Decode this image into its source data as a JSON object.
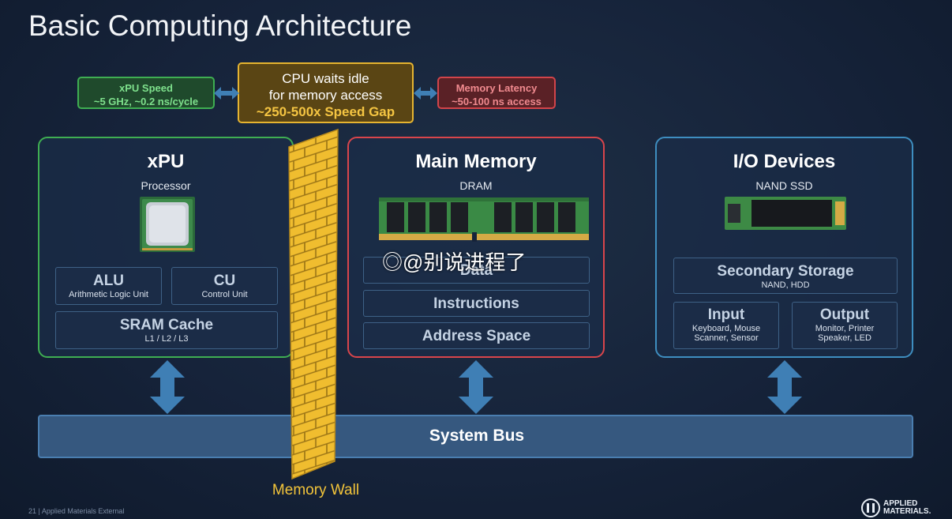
{
  "title": "Basic Computing Architecture",
  "speed_tag": {
    "line1": "xPU Speed",
    "line2": "~5 GHz, ~0.2 ns/cycle"
  },
  "latency_tag": {
    "line1": "Memory Latency",
    "line2": "~50-100 ns access"
  },
  "gap_tag": {
    "line1": "CPU waits idle",
    "line2": "for memory access",
    "line3": "~250-500x Speed Gap"
  },
  "xpu": {
    "title": "xPU",
    "subtitle": "Processor",
    "alu": {
      "label": "ALU",
      "sub": "Arithmetic Logic Unit"
    },
    "cu": {
      "label": "CU",
      "sub": "Control Unit"
    },
    "cache": {
      "label": "SRAM Cache",
      "sub": "L1 / L2 / L3"
    }
  },
  "memory": {
    "title": "Main Memory",
    "subtitle": "DRAM",
    "items": [
      "Data",
      "Instructions",
      "Address Space"
    ]
  },
  "io": {
    "title": "I/O Devices",
    "subtitle": "NAND SSD",
    "storage": {
      "label": "Secondary Storage",
      "sub": "NAND, HDD"
    },
    "input": {
      "label": "Input",
      "sub1": "Keyboard, Mouse",
      "sub2": "Scanner, Sensor"
    },
    "output": {
      "label": "Output",
      "sub1": "Monitor, Printer",
      "sub2": "Speaker, LED"
    }
  },
  "bus": {
    "label": "System Bus"
  },
  "memory_wall": {
    "label": "Memory Wall"
  },
  "footer": {
    "text": "21  |  Applied Materials External"
  },
  "logo": {
    "line1": "APPLIED",
    "line2": "MATERIALS."
  },
  "watermark": {
    "text": "@别说进程了"
  },
  "colors": {
    "background": "#16233a",
    "xpu_accent": "#3fae52",
    "memory_accent": "#d9454b",
    "io_accent": "#3e8ec0",
    "wall": "#f2c43a",
    "bus": "#36587f"
  }
}
